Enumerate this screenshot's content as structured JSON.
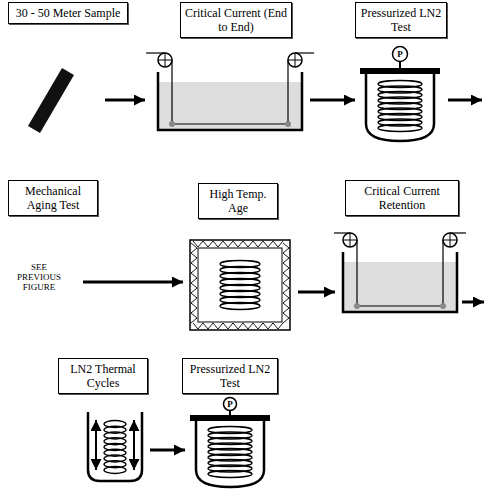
{
  "diagram": {
    "nodes": [
      {
        "text": [
          "30 - 50 Meter Sample"
        ]
      },
      {
        "text": [
          "Critical Current (End to End)"
        ]
      },
      {
        "text": [
          "Pressurized LN2 Test"
        ]
      },
      {
        "text": [
          "Mechanical Aging Test"
        ]
      },
      {
        "text": [
          "High Temp. Age"
        ]
      },
      {
        "text": [
          "Critical Current Retention"
        ]
      },
      {
        "text": [
          "LN2 Thermal Cycles"
        ]
      },
      {
        "text": [
          "Pressurized LN2 Test"
        ]
      }
    ],
    "edges": [
      {
        "from": 0,
        "to": 1,
        "arrow": "to"
      },
      {
        "from": 1,
        "to": 2,
        "arrow": "to"
      },
      {
        "from": 3,
        "to": 4,
        "arrow": "to"
      },
      {
        "from": 4,
        "to": 5,
        "arrow": "to"
      },
      {
        "from": 6,
        "to": 7,
        "arrow": "to"
      }
    ],
    "labels": [
      "P",
      "SEE PREVIOUS FIGURE",
      "P"
    ]
  }
}
